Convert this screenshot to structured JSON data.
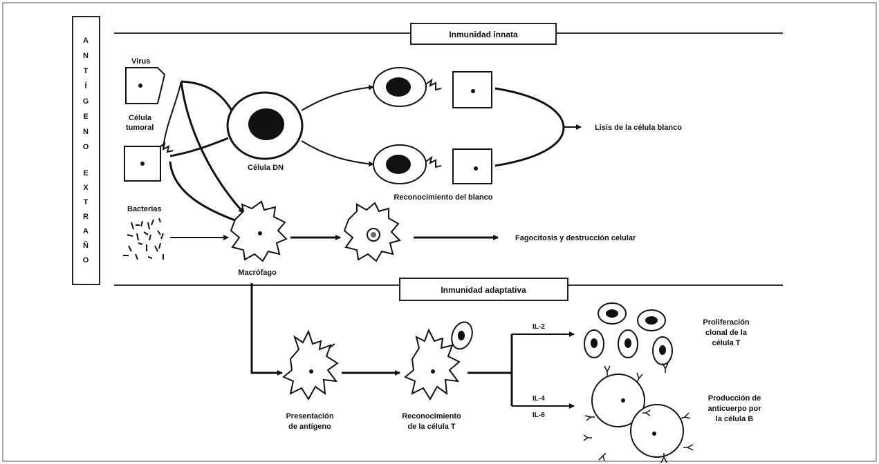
{
  "side_label": {
    "word1": [
      "A",
      "N",
      "T",
      "Í",
      "G",
      "E",
      "N",
      "O"
    ],
    "word2": [
      "E",
      "X",
      "T",
      "R",
      "A",
      "Ñ",
      "O"
    ]
  },
  "sections": {
    "innate": "Inmunidad innata",
    "adaptive": "Inmunidad adaptativa"
  },
  "labels": {
    "virus": "Virus",
    "tumor_cell_1": "Célula",
    "tumor_cell_2": "tumoral",
    "nk_cell": "Célula DN",
    "target_recognition": "Reconocimiento del blanco",
    "target_lysis": "Lisis de la célula blanco",
    "bacteria": "Bacterias",
    "macrophage": "Macrófago",
    "phagocytosis": "Fagocitosis y destrucción celular",
    "antigen_presentation_1": "Presentación",
    "antigen_presentation_2": "de antígeno",
    "t_recognition_1": "Reconocimiento",
    "t_recognition_2": "de la célula T",
    "il2": "IL-2",
    "il4": "IL-4",
    "il6": "IL-6",
    "proliferation_1": "Proliferación",
    "proliferation_2": "clonal de la",
    "proliferation_3": "célula T",
    "antibody_1": "Producción de",
    "antibody_2": "anticuerpo por",
    "antibody_3": "la célula B"
  }
}
